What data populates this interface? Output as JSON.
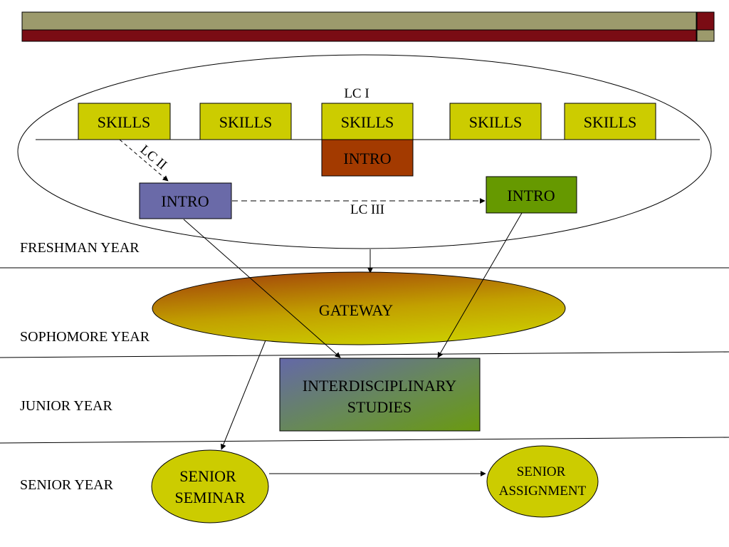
{
  "years": {
    "freshman": "FRESHMAN YEAR",
    "sophomore": "SOPHOMORE YEAR",
    "junior": "JUNIOR YEAR",
    "senior": "SENIOR YEAR"
  },
  "nodes": {
    "skills": [
      "SKILLS",
      "SKILLS",
      "SKILLS",
      "SKILLS",
      "SKILLS"
    ],
    "lc1_intro": "INTRO",
    "lc2_intro": "INTRO",
    "lc3_intro": "INTRO",
    "gateway": "GATEWAY",
    "interdisciplinary_line1": "INTERDISCIPLINARY",
    "interdisciplinary_line2": "STUDIES",
    "senior_seminar_line1": "SENIOR",
    "senior_seminar_line2": "SEMINAR",
    "senior_assignment_line1": "SENIOR",
    "senior_assignment_line2": "ASSIGNMENT"
  },
  "links": {
    "lc1": "LC I",
    "lc2": "LC II",
    "lc3": "LC III"
  },
  "colors": {
    "olive": "#9c9a6c",
    "maroon": "#7a0c14",
    "skills_fill": "#cccc00",
    "lc1_intro_fill": "#a33a00",
    "lc2_intro_fill": "#6a6aa8",
    "lc3_intro_fill": "#669900",
    "ellipse_fill": "#cccc00"
  }
}
